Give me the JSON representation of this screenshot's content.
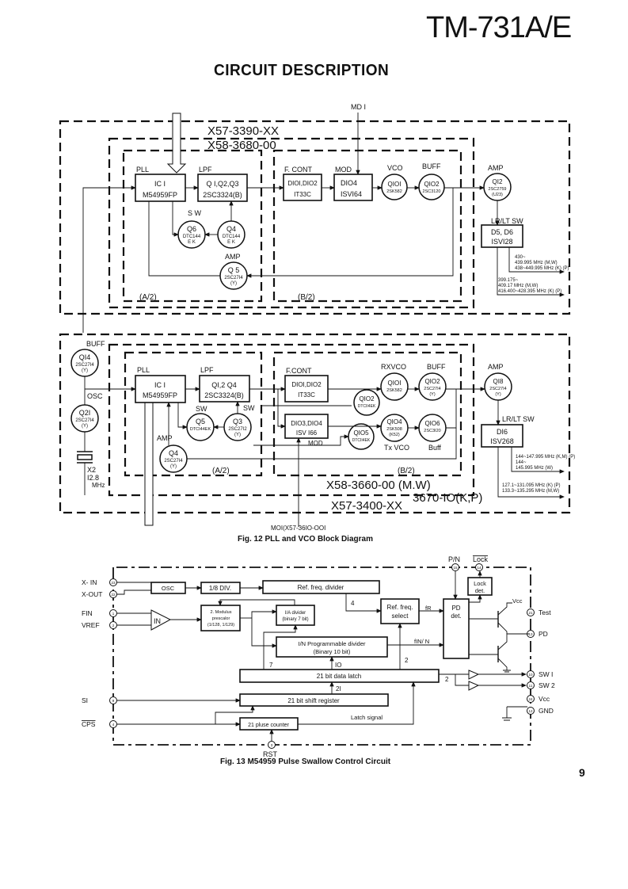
{
  "header": {
    "model": "TM-731A/E",
    "section": "CIRCUIT DESCRIPTION",
    "page_number": "9"
  },
  "fig12": {
    "caption": "Fig. 12 PLL and VCO Block Diagram",
    "upper": {
      "outer_unit": "X57-3390-XX",
      "inner_unit": "X58-3680-00",
      "input_label": "MD I",
      "sub_a": "(A/2)",
      "sub_b": "(B/2)",
      "pll": {
        "label": "PLL",
        "line1": "IC I",
        "line2": "M54959FP"
      },
      "lpf": {
        "label": "LPF",
        "line1": "Q I,Q2,Q3",
        "line2": "2SC3324(B)"
      },
      "fcont": {
        "label": "F. CONT",
        "line1": "DIOI,DIO2",
        "line2": "IT33C"
      },
      "mod": {
        "label": "MOD",
        "line1": "DIO4",
        "line2": "ISVI64"
      },
      "vco": {
        "label": "VCO",
        "name": "QIOI",
        "part": "2SK582"
      },
      "buff": {
        "label": "BUFF",
        "name": "QIO2",
        "part": "2SC3120"
      },
      "amp": {
        "label": "AMP",
        "name": "QI2",
        "part": "2SC2759",
        "rank": "(U23)"
      },
      "sw_label": "S W",
      "q6": {
        "name": "Q6",
        "part": "DTC144",
        "rank": "E K"
      },
      "q4": {
        "name": "Q4",
        "part": "DTC144",
        "rank": "E K"
      },
      "q5": {
        "label": "AMP",
        "name": "Q 5",
        "part": "2SC27I4",
        "rank": "(Y)"
      },
      "lrlt": {
        "label": "LR/LT SW",
        "line1": "D5, D6",
        "line2": "ISVI28"
      },
      "out1": [
        "430~",
        "439.995 MHz (M,W)",
        "438~449.995 MHz (K) (P)"
      ],
      "out2": [
        "399.175~",
        "409.17 MHz (M,W)",
        "416.400~428.395 MHz (K) (P)"
      ]
    },
    "lower": {
      "outer_unit": "X57-3400-XX",
      "outer_unit_alt": "3670-IO(K,P)",
      "inner_unit": "X58-3660-00 (M.W)",
      "sub_a": "(A/2)",
      "sub_b": "(B/2)",
      "q14": {
        "label": "BUFF",
        "name": "QI4",
        "part": "2SC27I4",
        "rank": "(Y)"
      },
      "osc_label": "OSC",
      "q21": {
        "name": "Q2I",
        "part": "2SC27I4",
        "rank": "(Y)"
      },
      "x2": {
        "name": "X2",
        "freq": "I2.8",
        "unit": "MHz"
      },
      "pll": {
        "label": "PLL",
        "line1": "IC I",
        "line2": "M54959FP"
      },
      "lpf": {
        "label": "LPF",
        "line1": "QI,2 Q4",
        "line2": "2SC3324(B)"
      },
      "q5": {
        "label": "SW",
        "name": "Q5",
        "part": "DTCI44EK"
      },
      "q3": {
        "label": "SW",
        "name": "Q3",
        "part": "2SC27I2",
        "rank": "(Y)"
      },
      "q4": {
        "label": "AMP",
        "name": "Q4",
        "part": "2SC27I4",
        "rank": "(Y)"
      },
      "fcont": {
        "label": "F.CONT",
        "line1": "DIOI,DIO2",
        "line2": "IT33C"
      },
      "mod": {
        "label": "MOD",
        "line1": "DIO3,DIO4",
        "line2": "ISV I66"
      },
      "rxvco": {
        "label": "RXVCO",
        "name": "QIOI",
        "part": "2SK582"
      },
      "rxbuff": {
        "label": "BUFF",
        "name": "QIO2",
        "part": "2SC27I4",
        "rank": "(Y)"
      },
      "q102sw": {
        "name": "QIO2",
        "part": "DTCII4EK"
      },
      "txvco": {
        "label": "Tx VCO",
        "name": "QIO4",
        "part": "2SK508",
        "rank": "(K52)"
      },
      "txbuff": {
        "label": "Buff",
        "name": "QIO6",
        "part": "2SC3I20"
      },
      "q105": {
        "name": "QIO5",
        "part": "DTCII4EK"
      },
      "amp": {
        "label": "AMP",
        "name": "QI8",
        "part": "2SC27I4",
        "rank": "(Y)"
      },
      "lrlt": {
        "label": "LR/LT SW",
        "line1": "DI6",
        "line2": "ISV268"
      },
      "out1": [
        "144~147.995 MHz (K,M) (P)",
        "144~",
        "145.995 MHz (W)"
      ],
      "out2": [
        "127.1~131.095 MHz (K) (P)",
        "133.3~135.295 MHz (M,W)"
      ],
      "mod_input": "MOI(X57-36IO-OOI"
    }
  },
  "fig13": {
    "caption": "Fig. 13  M54959 Pulse Swallow Control Circuit",
    "pins_left": [
      {
        "label": "X- IN",
        "num": "23"
      },
      {
        "label": "X-OUT",
        "num": "22"
      },
      {
        "label": "FIN",
        "num": "1"
      },
      {
        "label": "VREF",
        "num": "2"
      },
      {
        "label": "SI",
        "num": "9"
      },
      {
        "label": "CPS",
        "num": "4"
      }
    ],
    "pins_right": [
      {
        "label": "Test",
        "num": "21"
      },
      {
        "label": "PD",
        "num": "13"
      },
      {
        "label": "SW I",
        "num": "10"
      },
      {
        "label": "SW 2",
        "num": "11"
      },
      {
        "label": "Vcc",
        "num": "24"
      },
      {
        "label": "GND",
        "num": "12"
      }
    ],
    "pins_top": [
      {
        "label": "P/N",
        "num": "15"
      },
      {
        "label": "Lock",
        "num": "14"
      }
    ],
    "pin_bottom": {
      "label": "RST",
      "num": "3"
    },
    "blocks": {
      "osc": "OSC",
      "div8": "1/8 DIV.",
      "ref_div": "Ref. freq. divider",
      "in_amp": "IN",
      "prescaler": [
        "2. Modulus",
        "prescalor",
        "(1/128, 1/129)"
      ],
      "ia_div": [
        "I/A divider",
        "(binary 7 bit)"
      ],
      "ref_sel": [
        "Ref. freq.",
        "select"
      ],
      "in_prog": [
        "I/N Programmable divider",
        "(Binary 10 bit)"
      ],
      "pd_det": [
        "PD",
        "det."
      ],
      "lock_det": [
        "Lock",
        "det."
      ],
      "latch": "21 bit data latch",
      "shift": "21 bit shift register",
      "counter": "21 pluse counter"
    },
    "signals": {
      "fr": "fR",
      "fin_n": "fIN/ N",
      "vcc": "Vcc",
      "latch_signal": "Latch signal",
      "bus_4": "4",
      "bus_7": "7",
      "bus_10": "IO",
      "bus_2a": "2",
      "bus_2b": "2",
      "bus_21": "2I"
    }
  }
}
